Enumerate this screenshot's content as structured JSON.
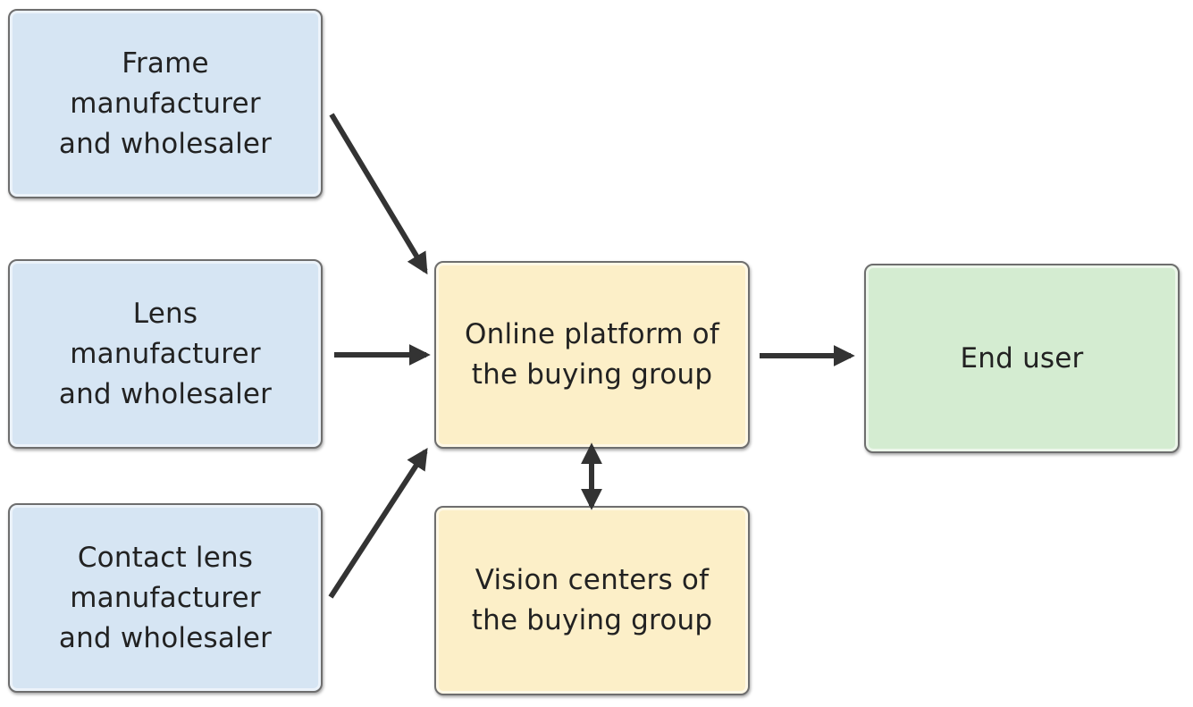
{
  "nodes": {
    "frame": {
      "label": "Frame\nmanufacturer\nand wholesaler"
    },
    "lens": {
      "label": "Lens\nmanufacturer\nand wholesaler"
    },
    "contact": {
      "label": "Contact lens\nmanufacturer\nand wholesaler"
    },
    "online": {
      "label": "Online platform of\nthe buying group"
    },
    "vision": {
      "label": "Vision centers of\nthe buying group"
    },
    "enduser": {
      "label": "End user"
    }
  },
  "colors": {
    "supplier_fill": "#d6e5f3",
    "buying_group_fill": "#fcefc8",
    "end_user_fill": "#d4ecd1",
    "arrow": "#333333",
    "border": "#6e6e6e"
  }
}
